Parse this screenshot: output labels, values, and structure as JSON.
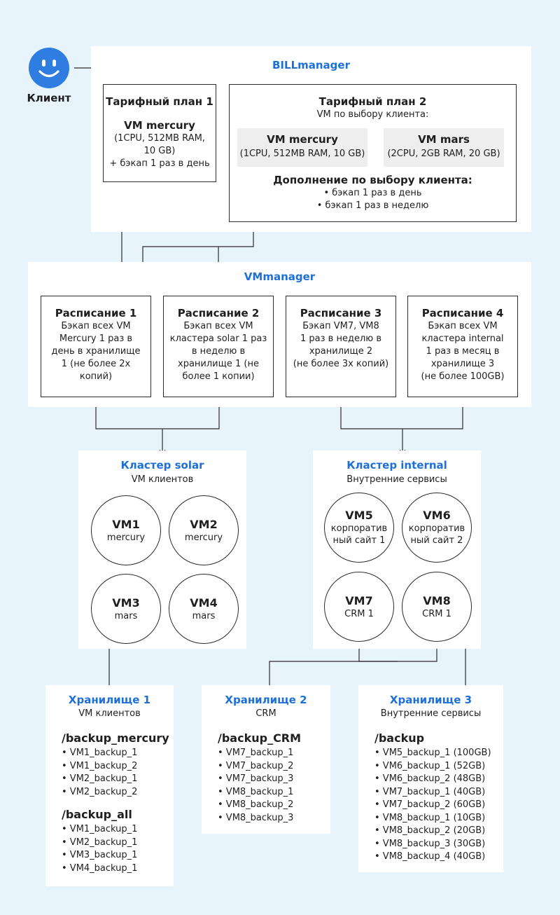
{
  "client": {
    "label": "Клиент",
    "icon": "smiley-face-icon"
  },
  "billmanager": {
    "title": "BILLmanager",
    "plan1": {
      "title": "Тарифный план 1",
      "vm_name": "VM mercury",
      "spec_line1": "(1CPU, 512MB RAM,",
      "spec_line2": "10 GB)",
      "backup": "+ бэкап 1 раз в день"
    },
    "plan2": {
      "title": "Тарифный план 2",
      "subtitle": "VM по выбору клиента:",
      "vm1": {
        "name": "VM mercury",
        "spec": "(1CPU, 512MB RAM, 10 GB)"
      },
      "vm2": {
        "name": "VM mars",
        "spec": "(2CPU, 2GB RAM, 20 GB)"
      },
      "addon_title": "Дополнение по выбору клиента:",
      "addon_items": [
        "• бэкап 1 раз в день",
        "• бэкап 1 раз в неделю"
      ]
    }
  },
  "vmmanager": {
    "title": "VMmanager",
    "schedules": [
      {
        "title": "Расписание 1",
        "lines": [
          "Бэкап всех VM",
          "Mercury 1 раз в",
          "день в хранилище",
          "1 (не более 2х",
          "копий)"
        ]
      },
      {
        "title": "Расписание 2",
        "lines": [
          "Бэкап всех VM",
          "кластера solar 1 раз",
          "в неделю в",
          "хранилище 1 (не",
          "более 1 копии)"
        ]
      },
      {
        "title": "Расписание 3",
        "lines": [
          "Бэкап VM7, VM8",
          "1 раз в неделю в",
          "хранилище 2",
          "(не более 3х копий)"
        ]
      },
      {
        "title": "Расписание 4",
        "lines": [
          "Бэкап всех VM",
          "кластера internal",
          "1 раз в месяц в",
          "хранилище 3",
          "(не более 100GB)"
        ]
      }
    ]
  },
  "clusters": [
    {
      "title": "Кластер solar",
      "subtitle": "VM клиентов",
      "vms": [
        {
          "name": "VM1",
          "lines": [
            "mercury"
          ]
        },
        {
          "name": "VM2",
          "lines": [
            "mercury"
          ]
        },
        {
          "name": "VM3",
          "lines": [
            "mars"
          ]
        },
        {
          "name": "VM4",
          "lines": [
            "mars"
          ]
        }
      ]
    },
    {
      "title": "Кластер internal",
      "subtitle": "Внутренние сервисы",
      "vms": [
        {
          "name": "VM5",
          "lines": [
            "корпоратив",
            "ный сайт 1"
          ]
        },
        {
          "name": "VM6",
          "lines": [
            "корпоратив",
            "ный сайт 2"
          ]
        },
        {
          "name": "VM7",
          "lines": [
            "CRM 1"
          ]
        },
        {
          "name": "VM8",
          "lines": [
            "CRM 1"
          ]
        }
      ]
    }
  ],
  "storages": [
    {
      "title": "Хранилище 1",
      "subtitle": "VM клиентов",
      "groups": [
        {
          "path": "/backup_mercury",
          "items": [
            "• VM1_backup_1",
            "• VM1_backup_2",
            "• VM2_backup_1",
            "• VM2_backup_2"
          ]
        },
        {
          "path": "/backup_all",
          "items": [
            "• VM1_backup_1",
            "• VM2_backup_1",
            "• VM3_backup_1",
            "• VM4_backup_1"
          ]
        }
      ]
    },
    {
      "title": "Хранилище 2",
      "subtitle": "CRM",
      "groups": [
        {
          "path": "/backup_CRM",
          "items": [
            "• VM7_backup_1",
            "• VM7_backup_2",
            "• VM7_backup_3",
            "• VM8_backup_1",
            "• VM8_backup_2",
            "• VM8_backup_3"
          ]
        }
      ]
    },
    {
      "title": "Хранилище 3",
      "subtitle": "Внутренние сервисы",
      "groups": [
        {
          "path": "/backup",
          "items": [
            "• VM5_backup_1 (100GB)",
            "• VM6_backup_1 (52GB)",
            "• VM6_backup_2 (48GB)",
            "• VM7_backup_1 (40GB)",
            "• VM7_backup_2 (60GB)",
            "• VM8_backup_1 (10GB)",
            "• VM8_backup_2 (20GB)",
            "• VM8_backup_3 (30GB)",
            "• VM8_backup_4 (40GB)"
          ]
        }
      ]
    }
  ],
  "colors": {
    "accent": "#1e6fd6",
    "background": "#e8f4fc",
    "panel": "#ffffff",
    "line": "#2b2b2b",
    "chip": "#eeeeee",
    "icon": "#2f7de1"
  }
}
